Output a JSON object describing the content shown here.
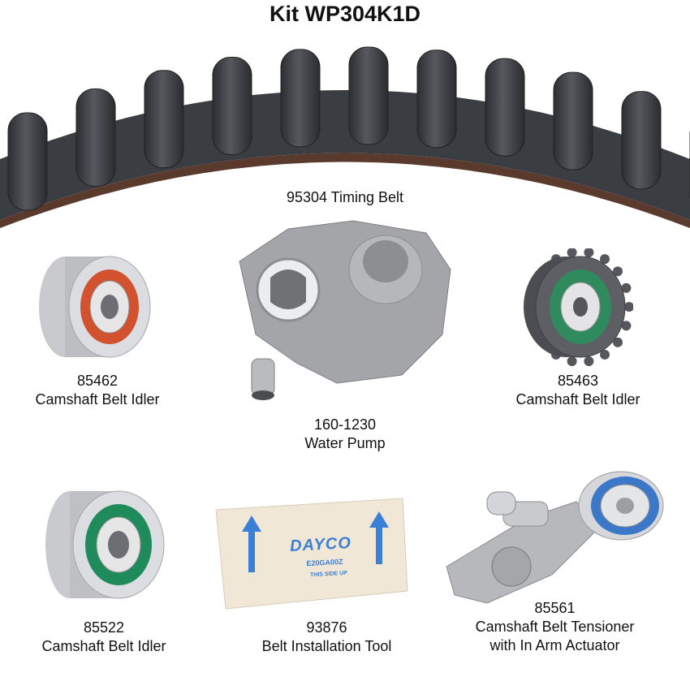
{
  "title": "Kit WP304K1D",
  "items": [
    {
      "number": "95304",
      "name": "Timing Belt",
      "label": "95304 Timing Belt"
    },
    {
      "number": "85462",
      "name": "Camshaft Belt Idler"
    },
    {
      "number": "160-1230",
      "name": "Water Pump"
    },
    {
      "number": "85463",
      "name": "Camshaft Belt Idler"
    },
    {
      "number": "85522",
      "name": "Camshaft Belt Idler"
    },
    {
      "number": "93876",
      "name": "Belt Installation Tool"
    },
    {
      "number": "85561",
      "name": "Camshaft Belt Tensioner",
      "name_line2": "with In Arm Actuator"
    }
  ],
  "tool_card": {
    "brand": "DAYCO",
    "code": "E20GA00Z",
    "note": "THIS SIDE UP"
  },
  "colors": {
    "belt": "#3a3d42",
    "belt_edge": "#5a3a2c",
    "idler_red": "#d2512e",
    "idler_green": "#1f8a5a",
    "tensioner_blue": "#3b78c8",
    "tool_blue": "#3c7fd6",
    "metal": "#c9cacd"
  }
}
